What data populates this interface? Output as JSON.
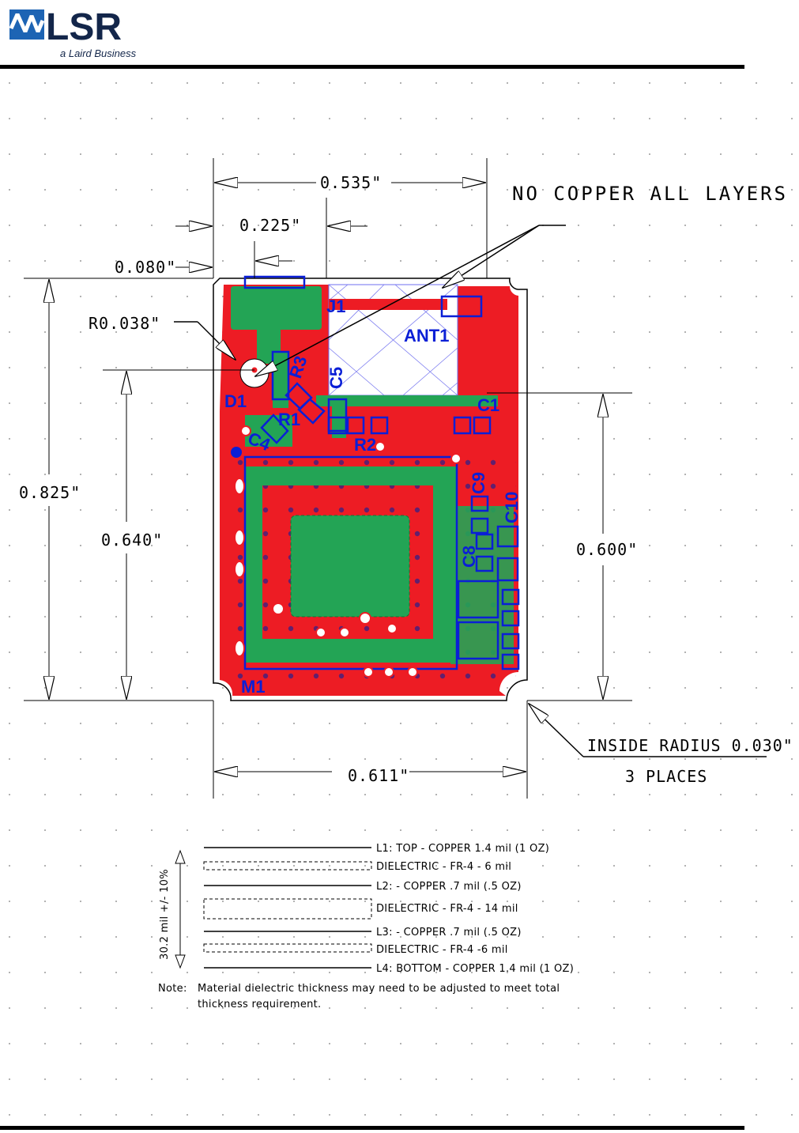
{
  "header": {
    "brand": "LSR",
    "tagline": "a Laird Business"
  },
  "colors": {
    "copper_top": "#ed1c24",
    "copper_inner": "#23a455",
    "silkscreen": "#0a1fd6",
    "vias": "#4a1f7a",
    "logo_blue": "#1d64b4",
    "logo_navy": "#13264a"
  },
  "dimensions": {
    "overall_width_top": "0.535\"",
    "pad_width": "0.225\"",
    "left_offset": "0.080\"",
    "corner_radius": "R0.038\"",
    "overall_height": "0.825\"",
    "height_to_hole": "0.640\"",
    "height_right": "0.600\"",
    "overall_width_bottom": "0.611\"",
    "inside_radius": "INSIDE RADIUS 0.030\"",
    "inside_radius_count": "3 PLACES",
    "no_copper": "NO COPPER ALL LAYERS"
  },
  "components": {
    "j1": "J1",
    "ant1": "ANT1",
    "d1": "D1",
    "r3": "R3",
    "c5": "C5",
    "c1": "C1",
    "r1": "R1",
    "r2": "R2",
    "c4": "C4",
    "c9": "C9",
    "c10": "C10",
    "c8": "C8",
    "m1": "M1"
  },
  "stackup": {
    "total": "30.2 mil +/- 10%",
    "layers": [
      "L1: TOP - COPPER 1.4 mil (1 OZ)",
      "DIELECTRIC - FR-4 - 6 mil",
      "L2: - COPPER .7 mil (.5 OZ)",
      "DIELECTRIC - FR-4 - 14 mil",
      "L3: - COPPER .7 mil (.5 OZ)",
      "DIELECTRIC - FR-4 -6 mil",
      "L4: BOTTOM - COPPER 1.4 mil (1 OZ)"
    ],
    "note_label": "Note:",
    "note_line1": "Material dielectric thickness may need to be adjusted to meet total",
    "note_line2": "thickness requirement."
  }
}
